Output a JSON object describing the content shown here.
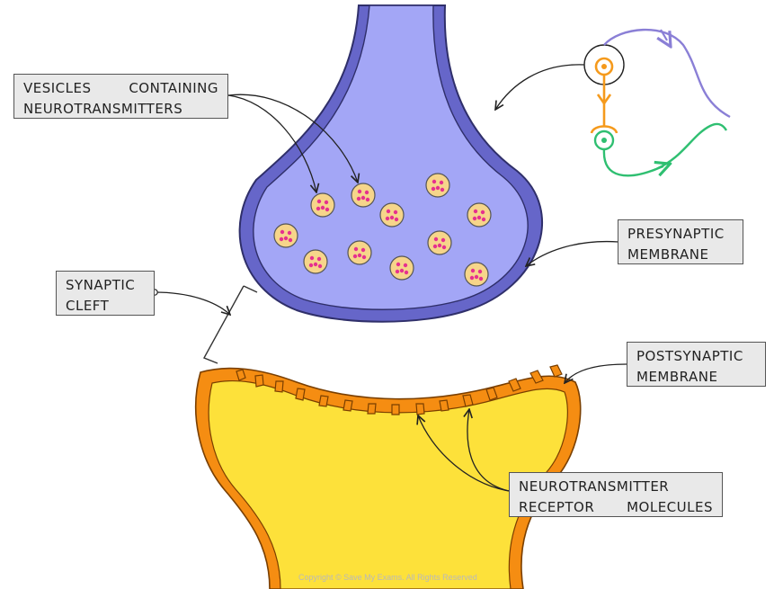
{
  "labels": {
    "vesicles": {
      "line1_word1": "VESICLES",
      "line1_word2": "CONTAINING",
      "line2": "NEUROTRANSMITTERS"
    },
    "presynaptic": {
      "line1": "PRESYNAPTIC",
      "line2": "MEMBRANE"
    },
    "synaptic_cleft": {
      "line1": "SYNAPTIC",
      "line2": "CLEFT"
    },
    "postsynaptic": {
      "line1": "POSTSYNAPTIC",
      "line2": "MEMBRANE"
    },
    "receptor": {
      "line1": "NEUROTRANSMITTER",
      "line2_word1": "RECEPTOR",
      "line2_word2": "MOLECULES"
    }
  },
  "copyright": "Copyright © Save My Exams. All Rights Reserved",
  "colors": {
    "presynaptic_fill": "#a3a6f6",
    "presynaptic_membrane": "#6666c9",
    "postsynaptic_fill": "#fde13a",
    "postsynaptic_membrane": "#f58d12",
    "vesicle_fill": "#f6d58a",
    "vesicle_dots": "#e6318e",
    "inset_purple": "#8a7fd6",
    "inset_orange": "#f59a1c",
    "inset_green": "#2fbf71"
  },
  "icons": {
    "inset": "neuron-pathway-icon"
  }
}
